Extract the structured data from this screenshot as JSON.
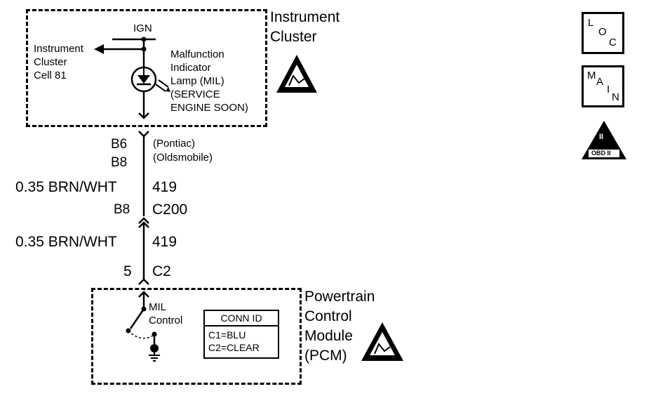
{
  "instrument_cluster": {
    "title_line1": "Instrument",
    "title_line2": "Cluster",
    "ign_label": "IGN",
    "ref_line1": "Instrument",
    "ref_line2": "Cluster",
    "ref_line3": "Cell 81",
    "mil_line1": "Malfunction",
    "mil_line2": "Indicator",
    "mil_line3": "Lamp (MIL)",
    "mil_line4": "(SERVICE",
    "mil_line5": "ENGINE SOON)"
  },
  "wiring": {
    "pin_b6": "B6",
    "pin_b6_note": "(Pontiac)",
    "pin_b8": "B8",
    "pin_b8_note": "(Oldsmobile)",
    "wire1_gauge_color": "0.35 BRN/WHT",
    "wire1_circuit": "419",
    "conn_pin": "B8",
    "conn_name": "C200",
    "wire2_gauge_color": "0.35 BRN/WHT",
    "wire2_circuit": "419",
    "pcm_pin": "5",
    "pcm_conn": "C2"
  },
  "pcm": {
    "title_line1": "Powertrain",
    "title_line2": "Control",
    "title_line3": "Module",
    "title_line4": "(PCM)",
    "switch_line1": "MIL",
    "switch_line2": "Control",
    "conn_id_header": "CONN ID",
    "conn_id_c1": "C1=BLU",
    "conn_id_c2": "C2=CLEAR"
  },
  "legend_icons": {
    "loc_l": "L",
    "loc_o": "O",
    "loc_c": "C",
    "main_m": "M",
    "main_a": "A",
    "main_i": "I",
    "main_n": "N",
    "obd_roman": "II",
    "obd_label": "OBD II"
  },
  "colors": {
    "ink": "#000000",
    "paper": "#ffffff"
  }
}
